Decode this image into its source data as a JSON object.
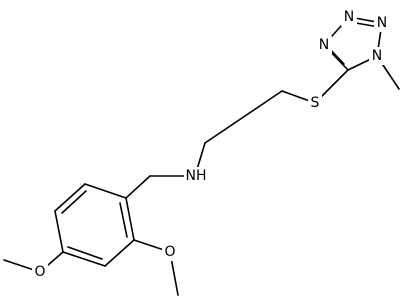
{
  "molecule": {
    "atoms": {
      "n1": "N",
      "n2": "N",
      "n3": "N",
      "n4": "N",
      "s": "S",
      "nh": "NH",
      "o1": "O",
      "o2": "O"
    }
  }
}
